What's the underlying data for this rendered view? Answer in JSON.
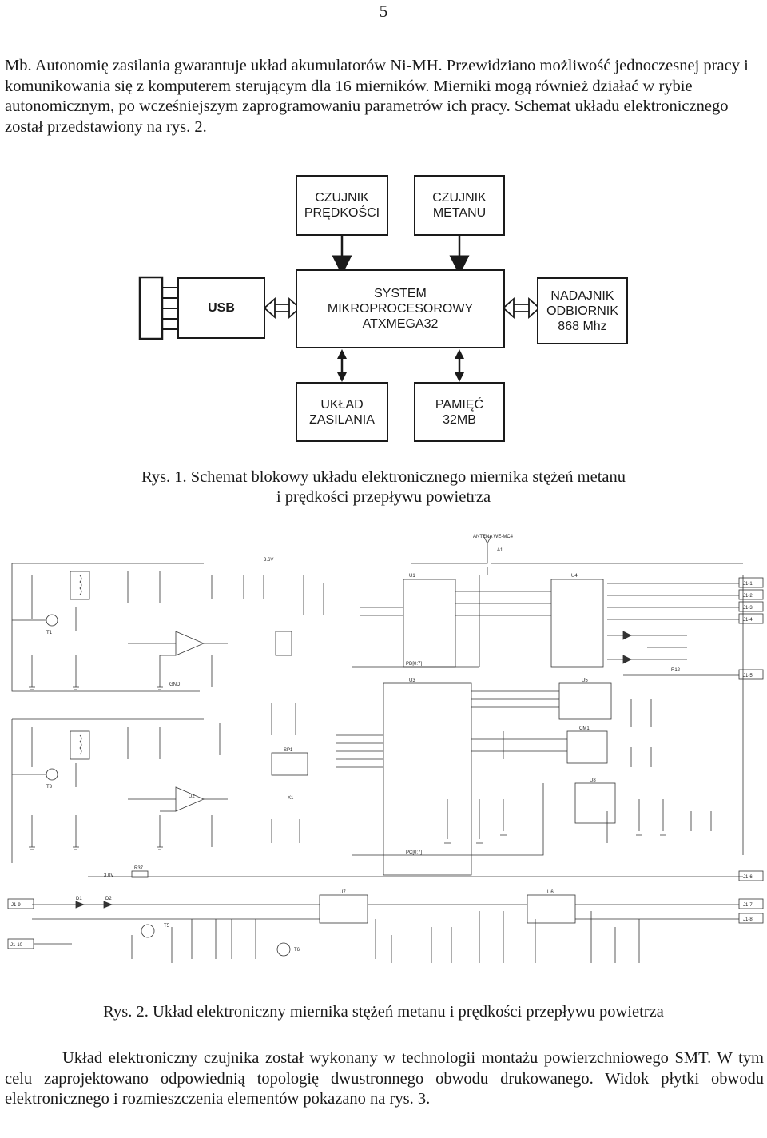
{
  "page_number": "5",
  "paragraph_top": "Mb. Autonomię zasilania gwarantuje układ akumulatorów Ni-MH. Przewidziano możliwość jednoczesnej pracy i komunikowania się z komputerem sterującym dla 16 mierników. Mierniki mogą również działać w rybie autonomicznym, po wcześniejszym zaprogramowaniu parametrów ich pracy. Schemat układu elektronicznego został przedstawiony na rys. 2.",
  "block_diagram": {
    "speed_sensor": "CZUJNIK\nPRĘDKOŚCI",
    "methane_sensor": "CZUJNIK\nMETANU",
    "usb": "USB",
    "mcu": "SYSTEM\nMIKROPROCESOROWY\nATXMEGA32",
    "transceiver": "NADAJNIK\nODBIORNIK\n868 Mhz",
    "power_supply": "UKŁAD\nZASILANIA",
    "memory": "PAMIĘĆ\n32MB"
  },
  "caption_1": "Rys. 1. Schemat blokowy układu elektronicznego miernika stężeń metanu\ni prędkości przepływu powietrza",
  "schematic_labels": {
    "antenna": "ANTENA WE-MC4",
    "a1": "A1",
    "j1_1": "J1-1",
    "j1_2": "J1-2",
    "j1_3": "J1-3",
    "j1_4": "J1-4",
    "j1_5": "J1-5",
    "j1_6": "J1-6",
    "j1_7": "J1-7",
    "j1_8": "J1-8",
    "j1_9": "J1-9",
    "j1_10": "J1-10",
    "u1": "U1",
    "u2": "U2",
    "u3": "U3",
    "u4": "U4",
    "u5": "U5",
    "u6": "U6",
    "u7": "U7",
    "u8": "U8",
    "cm1": "CM1",
    "t1": "T1",
    "t3": "T3",
    "t5": "T5",
    "t6": "T6",
    "pd07": "PD[0:7]",
    "pc07": "PC[0:7]",
    "gnd": "GND",
    "v36": "3.6V",
    "v30": "3.0V",
    "x1": "X1",
    "sp1": "SP1",
    "r12": "R12",
    "d1": "D1",
    "d2": "D2",
    "r37": "R37"
  },
  "caption_2": "Rys. 2. Układ elektroniczny miernika stężeń metanu i prędkości przepływu powietrza",
  "paragraph_bottom": "Układ elektroniczny czujnika został wykonany w technologii montażu powierzchniowego SMT. W tym celu zaprojektowano odpowiednią topologię dwustronnego obwodu drukowanego. Widok płytki obwodu elektronicznego i rozmieszczenia elementów pokazano na rys. 3."
}
